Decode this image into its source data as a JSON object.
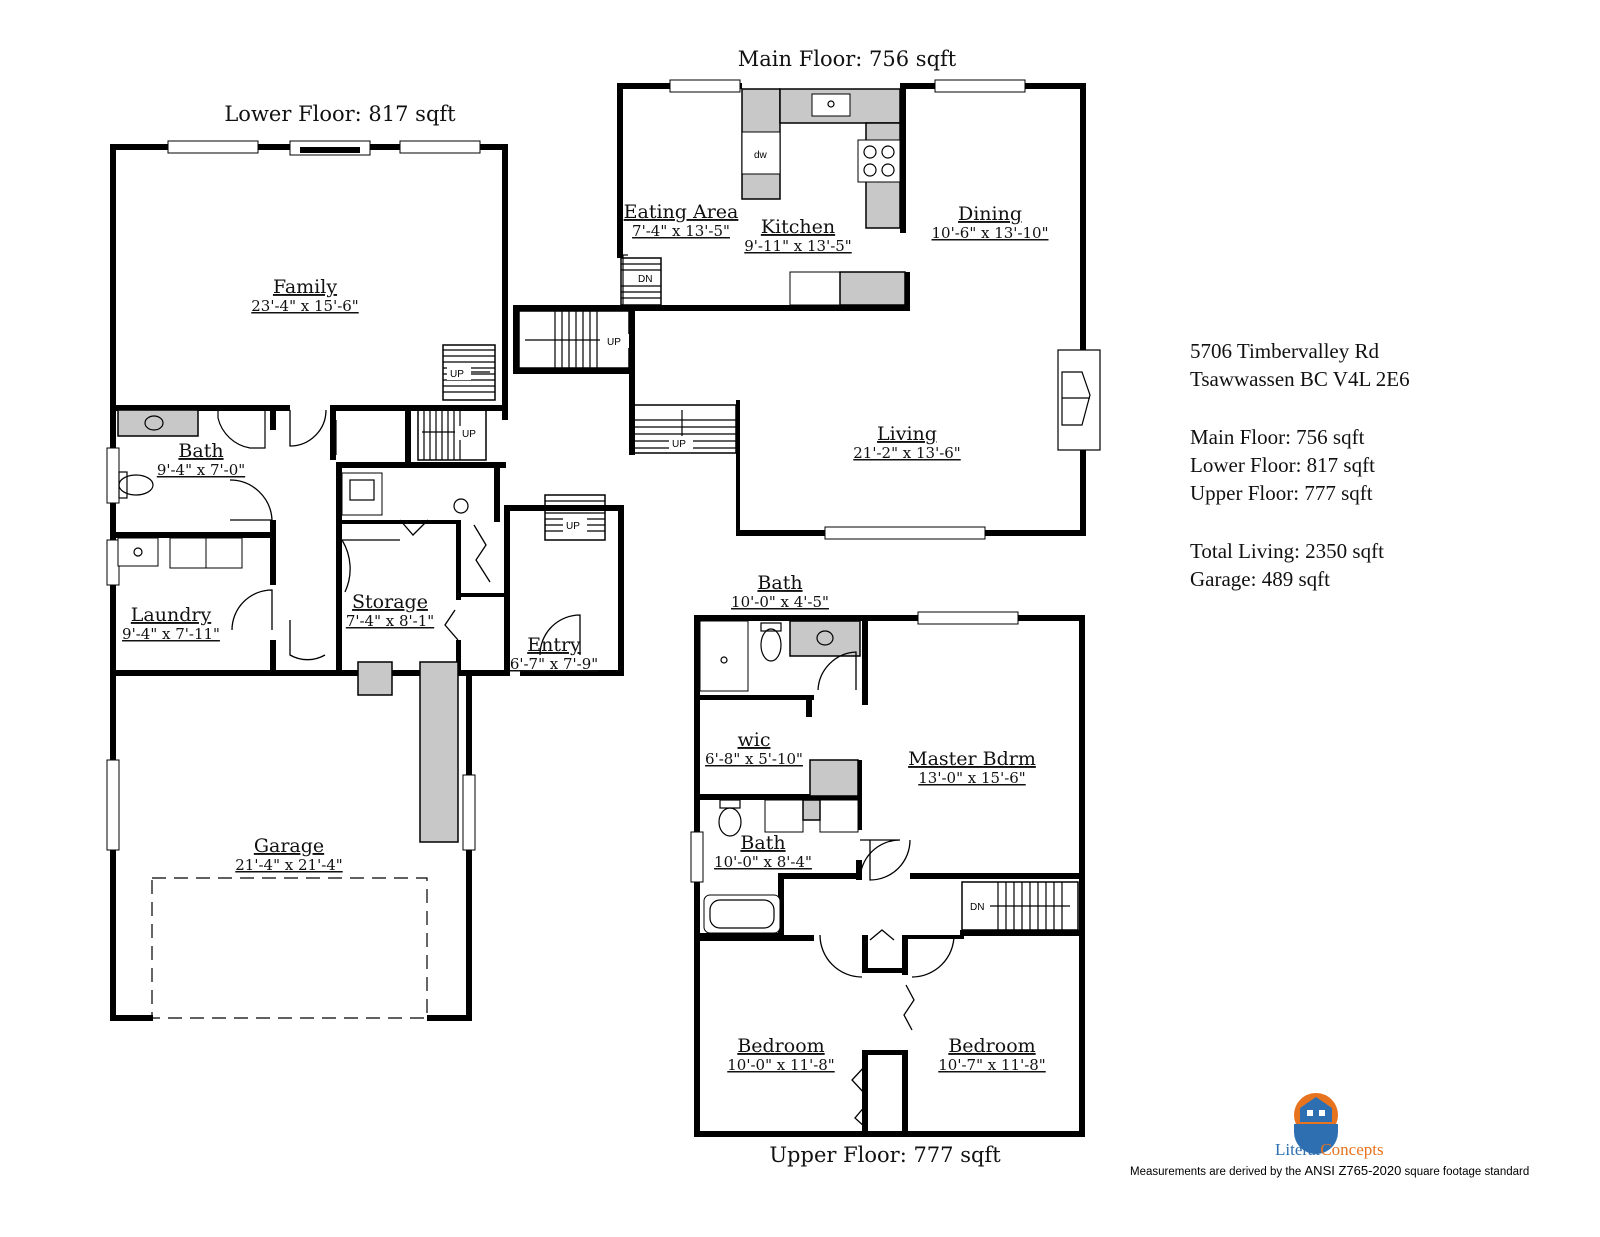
{
  "floors": {
    "main_title": "Main Floor: 756 sqft",
    "lower_title": "Lower Floor: 817 sqft",
    "upper_title": "Upper Floor: 777 sqft"
  },
  "rooms": {
    "family": {
      "name": "Family",
      "dim": "23'-4\" x 15'-6\""
    },
    "lower_bath": {
      "name": "Bath",
      "dim": "9'-4\" x 7'-0\""
    },
    "laundry": {
      "name": "Laundry",
      "dim": "9'-4\" x 7'-11\""
    },
    "storage": {
      "name": "Storage",
      "dim": "7'-4\" x 8'-1\""
    },
    "entry": {
      "name": "Entry",
      "dim": "6'-7\" x 7'-9\""
    },
    "garage": {
      "name": "Garage",
      "dim": "21'-4\" x 21'-4\""
    },
    "eating": {
      "name": "Eating Area",
      "dim": "7'-4\" x 13'-5\""
    },
    "kitchen": {
      "name": "Kitchen",
      "dim": "9'-11\" x 13'-5\""
    },
    "dining": {
      "name": "Dining",
      "dim": "10'-6\" x 13'-10\""
    },
    "living": {
      "name": "Living",
      "dim": "21'-2\" x 13'-6\""
    },
    "upper_bath": {
      "name": "Bath",
      "dim": "10'-0\" x 4'-5\""
    },
    "wic": {
      "name": "wic",
      "dim": "6'-8\" x 5'-10\""
    },
    "master": {
      "name": "Master Bdrm",
      "dim": "13'-0\" x 15'-6\""
    },
    "ensuite": {
      "name": "Bath",
      "dim": "10'-0\" x 8'-4\""
    },
    "bedroom1": {
      "name": "Bedroom",
      "dim": "10'-0\" x 11'-8\""
    },
    "bedroom2": {
      "name": "Bedroom",
      "dim": "10'-7\" x 11'-8\""
    }
  },
  "labels": {
    "up": "UP",
    "dn": "DN",
    "dw": "dw"
  },
  "info": {
    "address1": "5706 Timbervalley Rd",
    "address2": "Tsawwassen BC V4L 2E6",
    "main": "Main Floor: 756 sqft",
    "lower": "Lower Floor: 817 sqft",
    "upper": "Upper Floor: 777 sqft",
    "total": "Total Living: 2350 sqft",
    "garage": "Garage: 489 sqft"
  },
  "branding": {
    "logo_part1": "Literal",
    "logo_part2": "Concepts",
    "disclaimer_prefix": "Measurements are derived by the ",
    "disclaimer_standard": "ANSI Z765-2020",
    "disclaimer_suffix": " square footage standard",
    "colors": {
      "orange": "#e8731f",
      "blue": "#2d6fb0"
    }
  }
}
